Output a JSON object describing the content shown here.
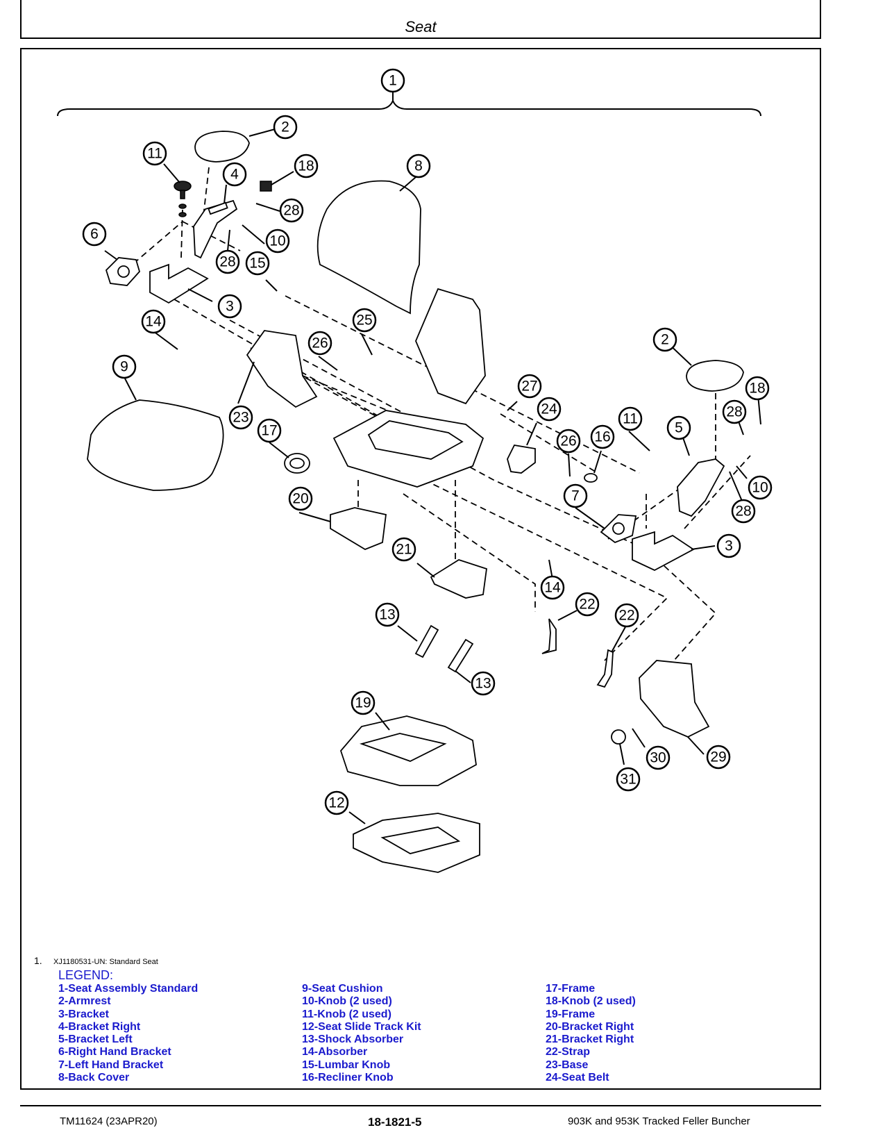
{
  "page_title": "Seat",
  "figure": {
    "number": "1.",
    "caption": "XJ1180531-UN: Standard Seat",
    "callouts": [
      "1",
      "2",
      "2",
      "3",
      "3",
      "4",
      "5",
      "6",
      "7",
      "8",
      "9",
      "10",
      "10",
      "11",
      "11",
      "12",
      "13",
      "13",
      "14",
      "14",
      "15",
      "16",
      "17",
      "18",
      "18",
      "19",
      "20",
      "21",
      "22",
      "22",
      "23",
      "24",
      "25",
      "26",
      "26",
      "27",
      "28",
      "28",
      "28",
      "28",
      "29",
      "30",
      "31"
    ]
  },
  "legend": {
    "title": "LEGEND:",
    "col1": [
      "1-Seat Assembly Standard",
      "2-Armrest",
      "3-Bracket",
      "4-Bracket Right",
      "5-Bracket Left",
      "6-Right Hand Bracket",
      "7-Left Hand Bracket",
      "8-Back Cover"
    ],
    "col2": [
      "9-Seat Cushion",
      "10-Knob (2 used)",
      "11-Knob (2 used)",
      "12-Seat Slide Track Kit",
      "13-Shock Absorber",
      "14-Absorber",
      "15-Lumbar Knob",
      "16-Recliner Knob"
    ],
    "col3": [
      "17-Frame",
      "18-Knob (2 used)",
      "19-Frame",
      "20-Bracket Right",
      "21-Bracket Right",
      "22-Strap",
      "23-Base",
      "24-Seat Belt"
    ]
  },
  "footer": {
    "doc_id": "TM11624 (23APR20)",
    "page_number": "18-1821-5",
    "product": "903K and 953K Tracked Feller Buncher"
  }
}
